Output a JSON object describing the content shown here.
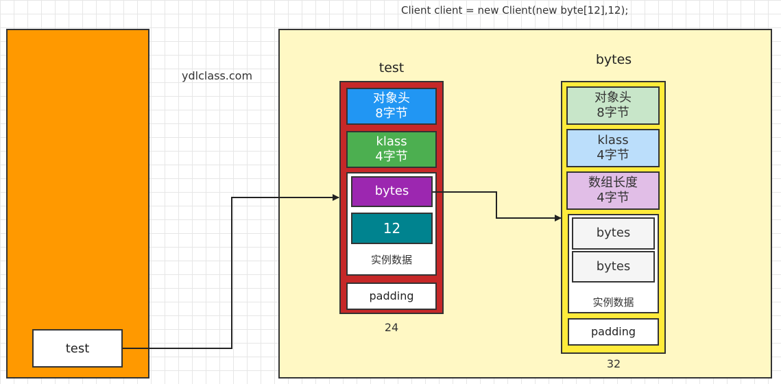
{
  "code": "Client client = new Client(new byte[12],12);",
  "watermark": "ydlclass.com",
  "stack": {
    "var_label": "test"
  },
  "test_object": {
    "title": "test",
    "header_line1": "对象头",
    "header_line2": "8字节",
    "klass_line1": "klass",
    "klass_line2": "4字节",
    "field_bytes": "bytes",
    "field_value": "12",
    "instance_label": "实例数据",
    "padding": "padding",
    "size": "24"
  },
  "bytes_object": {
    "title": "bytes",
    "header_line1": "对象头",
    "header_line2": "8字节",
    "klass_line1": "klass",
    "klass_line2": "4字节",
    "length_line1": "数组长度",
    "length_line2": "4字节",
    "element1": "bytes",
    "element2": "bytes",
    "instance_label": "实例数据",
    "padding": "padding",
    "size": "32"
  },
  "colors": {
    "stack_bg": "#ff9900",
    "heap_bg": "#fff8c4",
    "test_object_border": "#c62828",
    "bytes_object_border": "#ffeb3b",
    "header_blue": "#2196f3",
    "klass_green": "#4caf50",
    "field_purple": "#9c27b0",
    "value_teal": "#00838f"
  }
}
